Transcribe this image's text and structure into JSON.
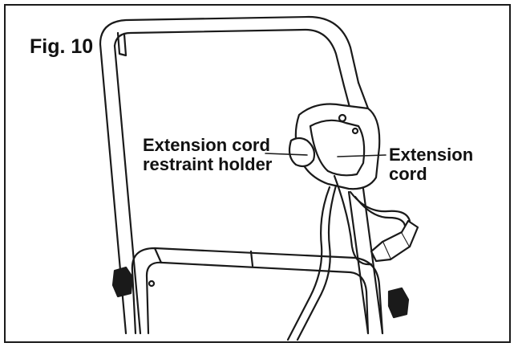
{
  "figure": {
    "label": "Fig. 10"
  },
  "callouts": {
    "holder": {
      "line1": "Extension cord",
      "line2": "restraint holder"
    },
    "cord": {
      "line1": "Extension",
      "line2": "cord"
    }
  },
  "colors": {
    "ink": "#1a1a1a",
    "background": "#ffffff",
    "shade": "#bfbfbf"
  }
}
